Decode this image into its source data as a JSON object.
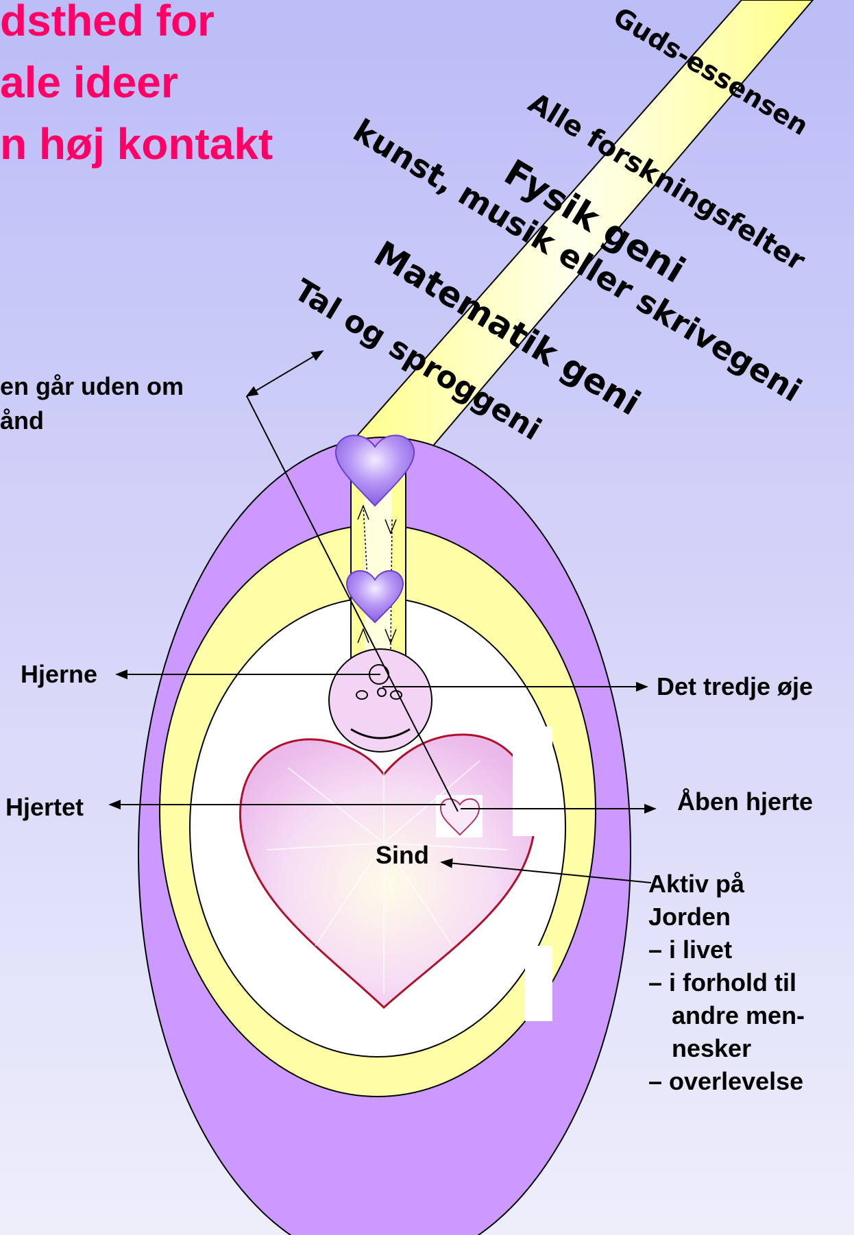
{
  "title_lines": [
    "dsthed for",
    "ale ideer",
    "n høj kontakt"
  ],
  "ray_labels": [
    "Guds-essensen",
    "Alle forskningsfelter",
    "Fysik geni",
    "kunst, musik  eller skrivegeni",
    "Matematik geni",
    "Tal og sproggeni"
  ],
  "left_note_lines": [
    "en går uden om",
    "ånd"
  ],
  "callouts": {
    "brain": "Hjerne",
    "third_eye": "Det tredje øje",
    "heart": "Hjertet",
    "open_heart": "Åben hjerte",
    "mind": "Sind"
  },
  "earth_note_lines": [
    "Aktiv på",
    "Jorden",
    "– i livet",
    "– i forhold til",
    "andre men-",
    "nesker",
    "– overlevelse"
  ],
  "colors": {
    "title": "#ff0066",
    "background": "#c6c6f4",
    "outer_aura": "#cc99ff",
    "middle_aura": "#ffffa8",
    "beam": "#ffff99",
    "heart_symbol": "#a77ef0"
  }
}
